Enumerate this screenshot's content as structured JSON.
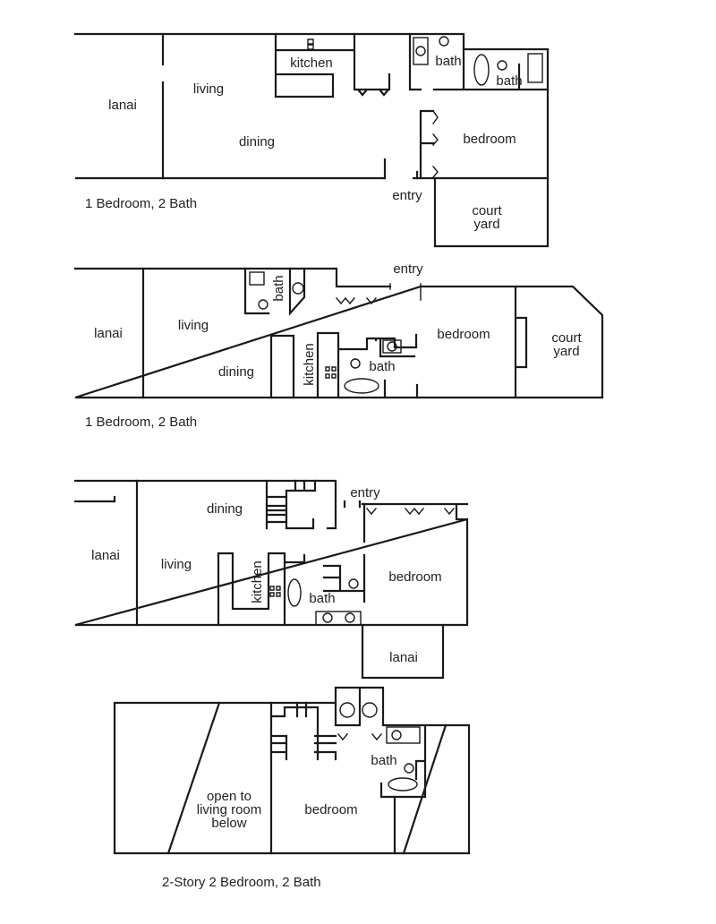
{
  "plans": [
    {
      "caption": "1 Bedroom, 2 Bath",
      "rooms": {
        "lanai": "lanai",
        "living": "living",
        "dining": "dining",
        "kitchen": "kitchen",
        "bath1": "bath",
        "bath2": "bath",
        "bedroom": "bedroom",
        "entry": "entry",
        "court1": "court",
        "court2": "yard"
      }
    },
    {
      "caption": "1 Bedroom, 2 Bath",
      "rooms": {
        "lanai": "lanai",
        "living": "living",
        "dining": "dining",
        "kitchen": "kitchen",
        "bath1": "bath",
        "bath2": "bath",
        "bedroom": "bedroom",
        "entry": "entry",
        "court1": "court",
        "court2": "yard"
      }
    },
    {
      "rooms": {
        "dining": "dining",
        "entry": "entry",
        "lanai1": "lanai",
        "living": "living",
        "kitchen": "kitchen",
        "bath": "bath",
        "bedroom": "bedroom",
        "lanai2": "lanai"
      }
    },
    {
      "caption": "2-Story 2 Bedroom, 2 Bath",
      "rooms": {
        "open1": "open to",
        "open2": "living room",
        "open3": "below",
        "bedroom": "bedroom",
        "bath": "bath"
      }
    }
  ]
}
